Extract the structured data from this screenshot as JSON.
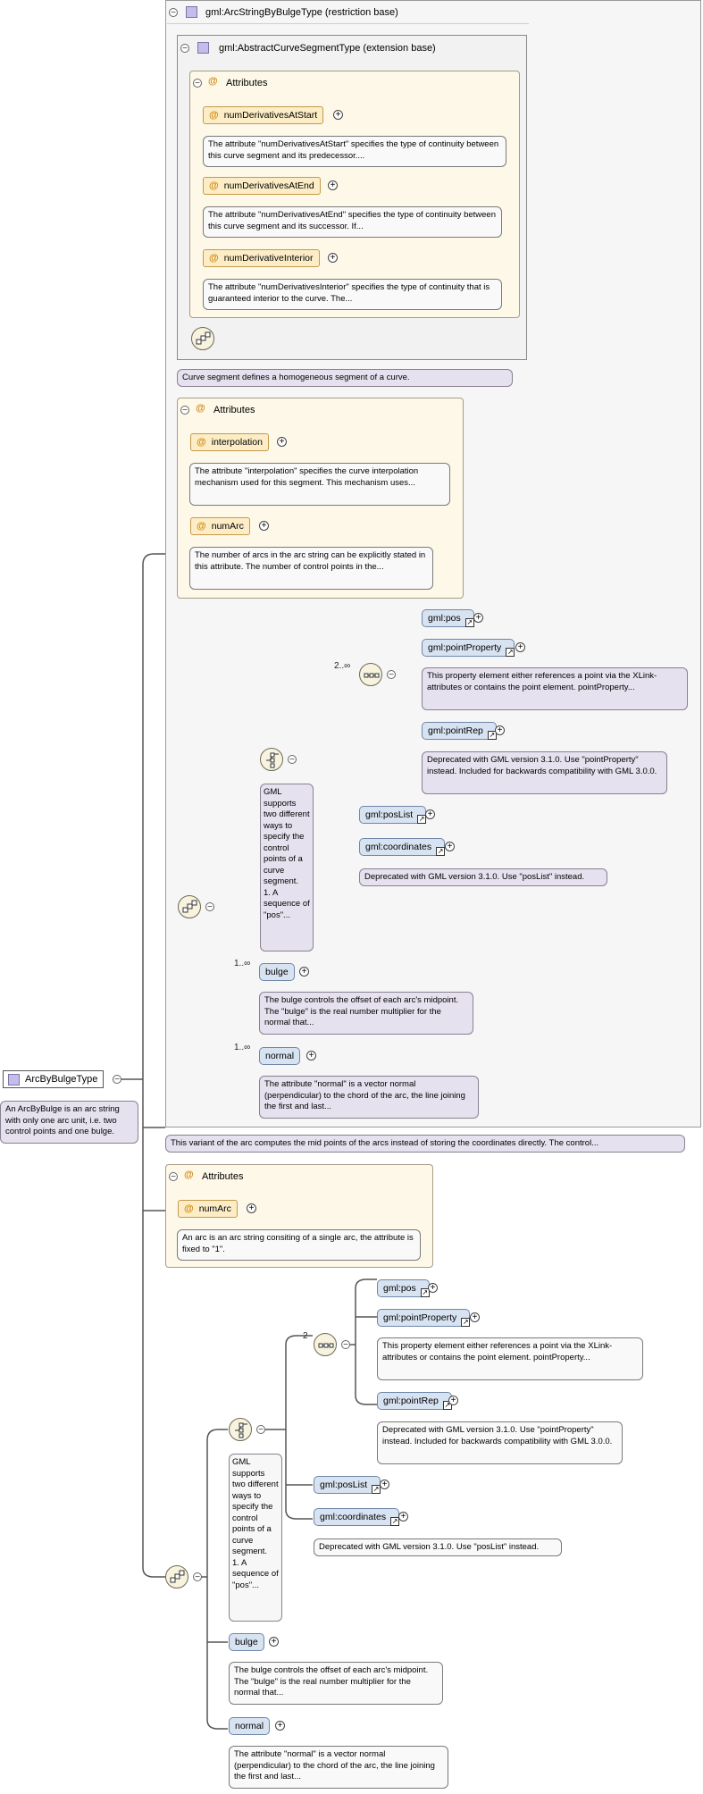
{
  "root": {
    "name": "ArcByBulgeType",
    "doc": "An ArcByBulge is an arc string with only one arc unit, i.e. two control points and one bulge."
  },
  "restriction_base": {
    "title": "gml:ArcStringByBulgeType (restriction base)",
    "doc": "This variant of the arc computes the mid points of the arcs instead of storing the coordinates directly. The control..."
  },
  "extension_base": {
    "title": "gml:AbstractCurveSegmentType (extension base)",
    "doc": "Curve segment defines a homogeneous segment of a curve.",
    "attributes_label": "Attributes",
    "attributes": [
      {
        "name": "numDerivativesAtStart",
        "doc": "The attribute \"numDerivativesAtStart\" specifies the type of continuity between this curve segment and its predecessor...."
      },
      {
        "name": "numDerivativesAtEnd",
        "doc": "The attribute \"numDerivativesAtEnd\" specifies the type of continuity between this curve segment and its successor. If..."
      },
      {
        "name": "numDerivativeInterior",
        "doc": "The attribute \"numDerivativesInterior\" specifies the type of continuity that is guaranteed interior to the curve. The..."
      }
    ]
  },
  "restriction_attributes": {
    "label": "Attributes",
    "items": [
      {
        "name": "interpolation",
        "doc": "The attribute \"interpolation\" specifies the curve interpolation mechanism used for this segment. This mechanism uses..."
      },
      {
        "name": "numArc",
        "doc": "The number of arcs in the arc string can be explicitly stated in this attribute. The number of control points in the..."
      }
    ]
  },
  "restriction_content": {
    "choice_doc": "GML supports two different ways to specify the control points of a curve segment.\n1. A sequence of \"pos\"...",
    "pos_cardinality": "2..∞",
    "pos": "gml:pos",
    "pointProperty": "gml:pointProperty",
    "pointProperty_doc": "This property element either references a point via the XLink-attributes or contains the point element. pointProperty...",
    "pointRep": "gml:pointRep",
    "pointRep_doc": "Deprecated with GML version 3.1.0. Use \"pointProperty\" instead. Included for backwards compatibility with GML 3.0.0.",
    "posList": "gml:posList",
    "coordinates": "gml:coordinates",
    "coordinates_doc": "Deprecated with GML version 3.1.0. Use \"posList\" instead.",
    "bulge_cardinality": "1..∞",
    "bulge": "bulge",
    "bulge_doc": "The bulge controls the offset of each arc's midpoint. The \"bulge\" is the real number multiplier for the normal that...",
    "normal_cardinality": "1..∞",
    "normal": "normal",
    "normal_doc": "The attribute \"normal\" is a vector normal (perpendicular) to the chord of the arc, the line joining the first and last..."
  },
  "own_attributes": {
    "label": "Attributes",
    "items": [
      {
        "name": "numArc",
        "doc": "An arc is an arc string consiting of a single arc, the attribute is fixed to \"1\"."
      }
    ]
  },
  "own_content": {
    "choice_doc": "GML supports two different ways to specify the control points of a curve segment.\n1. A sequence of \"pos\"...",
    "pos_cardinality": "2",
    "pos": "gml:pos",
    "pointProperty": "gml:pointProperty",
    "pointProperty_doc": "This property element either references a point via the XLink-attributes or contains the point element. pointProperty...",
    "pointRep": "gml:pointRep",
    "pointRep_doc": "Deprecated with GML version 3.1.0. Use \"pointProperty\" instead. Included for backwards compatibility with GML 3.0.0.",
    "posList": "gml:posList",
    "coordinates": "gml:coordinates",
    "coordinates_doc": "Deprecated with GML version 3.1.0. Use \"posList\" instead.",
    "bulge": "bulge",
    "bulge_doc": "The bulge controls the offset of each arc's midpoint. The \"bulge\" is the real number multiplier for the normal that...",
    "normal": "normal",
    "normal_doc": "The attribute \"normal\" is a vector normal (perpendicular) to the chord of the arc, the line joining the first and last..."
  },
  "symbols": {
    "collapse": "−",
    "expand": "+",
    "attribute": "@",
    "link_arrow": "↗"
  },
  "colors": {
    "type_icon": "#c3bdea",
    "element_fill": "#d8e3f2",
    "attribute_fill": "#fcedc6",
    "attribute_group_fill": "#fdf8e8",
    "annotation_fill": "#e6e1ee"
  }
}
